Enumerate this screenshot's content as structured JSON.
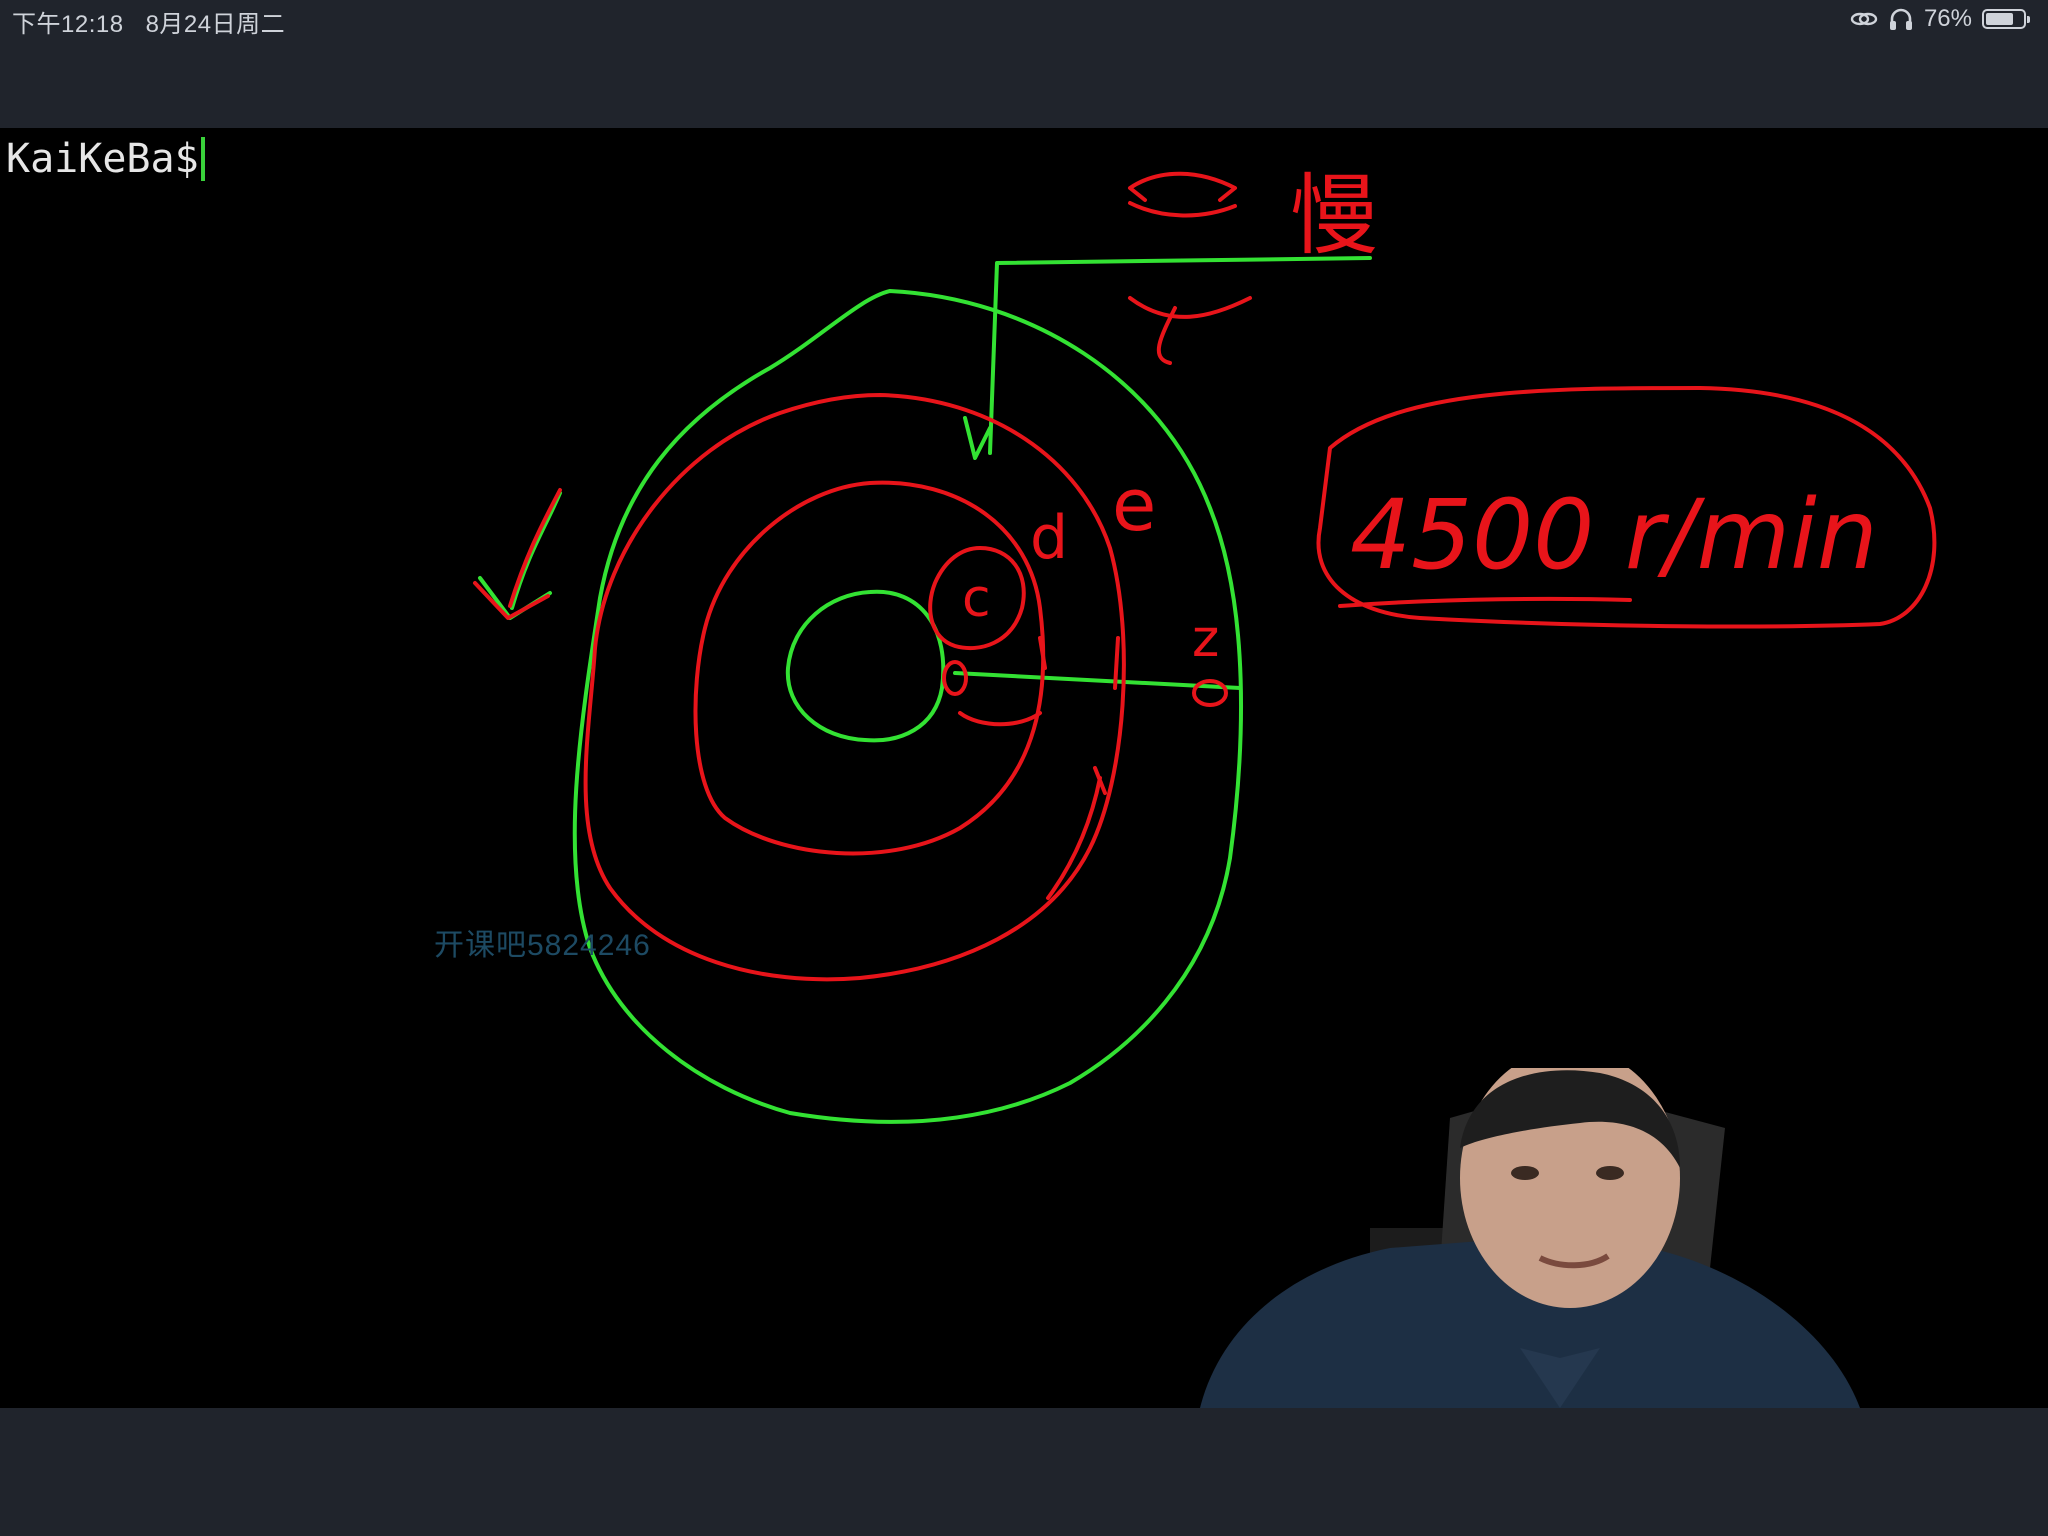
{
  "status_bar": {
    "time": "下午12:18",
    "date": "8月24日周二",
    "battery_percent": "76%",
    "battery_level": 0.76
  },
  "terminal": {
    "prompt": "KaiKeBa$"
  },
  "whiteboard": {
    "speed_label": "4500 r/min",
    "label_slow": "慢",
    "label_c": "c",
    "label_d": "d",
    "label_e": "e",
    "label_z": "z"
  },
  "watermark": {
    "text": "开课吧5824246"
  },
  "colors": {
    "green_ink": "#33e233",
    "red_ink": "#e8141a",
    "background": "#000000",
    "chrome": "#20242c"
  },
  "icons": [
    "link-icon",
    "headphones-icon",
    "battery-icon",
    "webcam-presenter"
  ]
}
